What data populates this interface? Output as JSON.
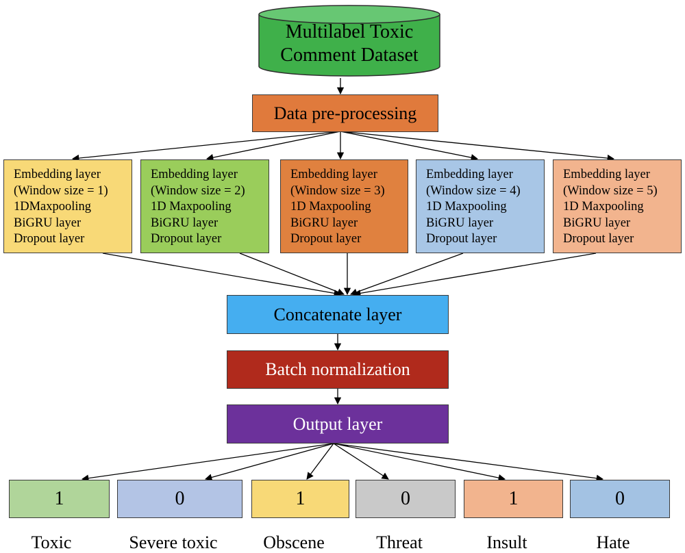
{
  "dataset": {
    "line1": "Multilabel Toxic",
    "line2": "Comment Dataset",
    "color": "#3fb04a"
  },
  "preprocess": {
    "label": "Data pre-processing",
    "color": "#e07a3c"
  },
  "branches": [
    {
      "color": "#f8d977",
      "lines": [
        "Embedding layer",
        "(Window size = 1)",
        "1DMaxpooling",
        "BiGRU layer",
        "Dropout layer"
      ]
    },
    {
      "color": "#9acd5b",
      "lines": [
        "Embedding layer",
        "(Window size = 2)",
        "1D Maxpooling",
        "BiGRU layer",
        "Dropout layer"
      ]
    },
    {
      "color": "#e0813f",
      "lines": [
        "Embedding layer",
        "(Window size = 3)",
        "1D Maxpooling",
        "BiGRU layer",
        "Dropout layer"
      ]
    },
    {
      "color": "#a8c6e6",
      "lines": [
        "Embedding layer",
        "(Window size = 4)",
        "1D Maxpooling",
        "BiGRU layer",
        "Dropout layer"
      ]
    },
    {
      "color": "#f2b48e",
      "lines": [
        "Embedding layer",
        "(Window size = 5)",
        "1D Maxpooling",
        "BiGRU layer",
        "Dropout layer"
      ]
    }
  ],
  "concat": {
    "label": "Concatenate layer",
    "color": "#45aef0"
  },
  "batchnorm": {
    "label": "Batch normalization",
    "color": "#b02a1c"
  },
  "output": {
    "label": "Output layer",
    "color": "#6c319b"
  },
  "outputs": [
    {
      "value": "1",
      "label": "Toxic",
      "color": "#b0d59a"
    },
    {
      "value": "0",
      "label": "Severe toxic",
      "color": "#b3c4e5"
    },
    {
      "value": "1",
      "label": "Obscene",
      "color": "#f8d977"
    },
    {
      "value": "0",
      "label": "Threat",
      "color": "#c9c9c9"
    },
    {
      "value": "1",
      "label": "Insult",
      "color": "#f2b48e"
    },
    {
      "value": "0",
      "label": "Hate",
      "color": "#a3c2e3"
    }
  ]
}
